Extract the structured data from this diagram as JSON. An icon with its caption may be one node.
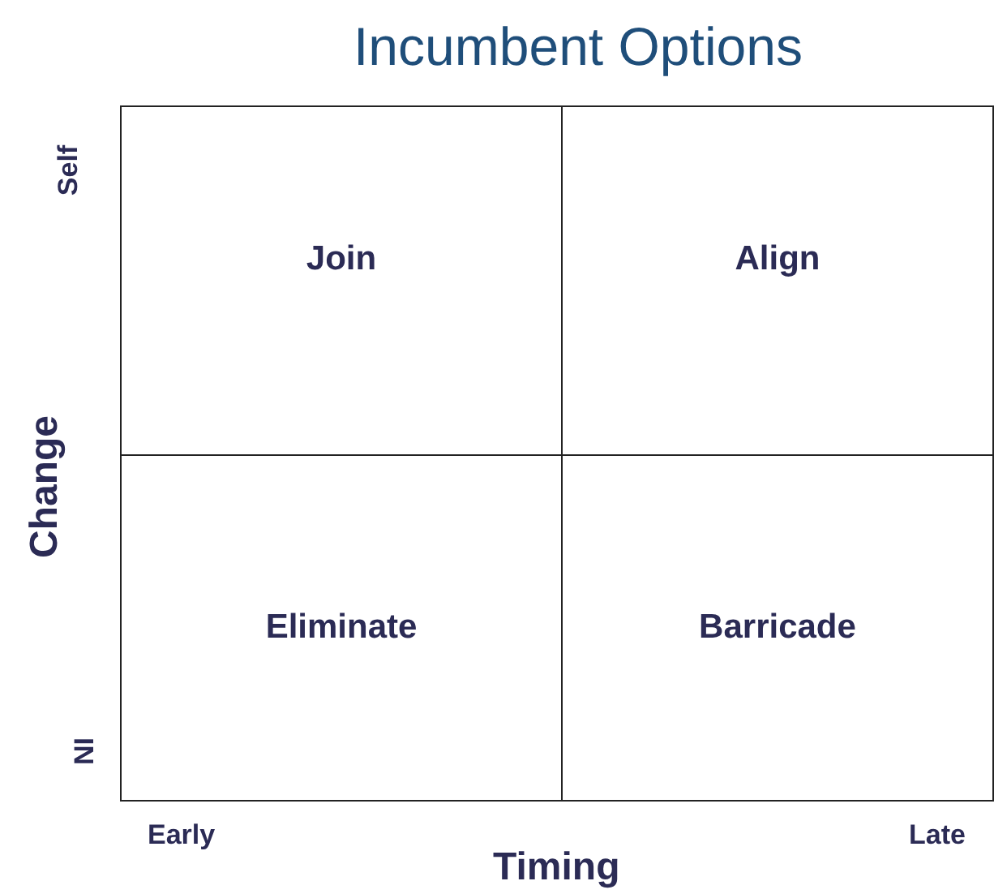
{
  "diagram": {
    "title": "Incumbent Options",
    "nodes": [
      {
        "text": [
          "Join"
        ]
      },
      {
        "text": [
          "Align"
        ]
      },
      {
        "text": [
          "Eliminate"
        ]
      },
      {
        "text": [
          "Barricade"
        ]
      }
    ],
    "edges": [],
    "labels": [
      "Self",
      "Change",
      "NI",
      "Early",
      "Timing",
      "Late"
    ]
  }
}
